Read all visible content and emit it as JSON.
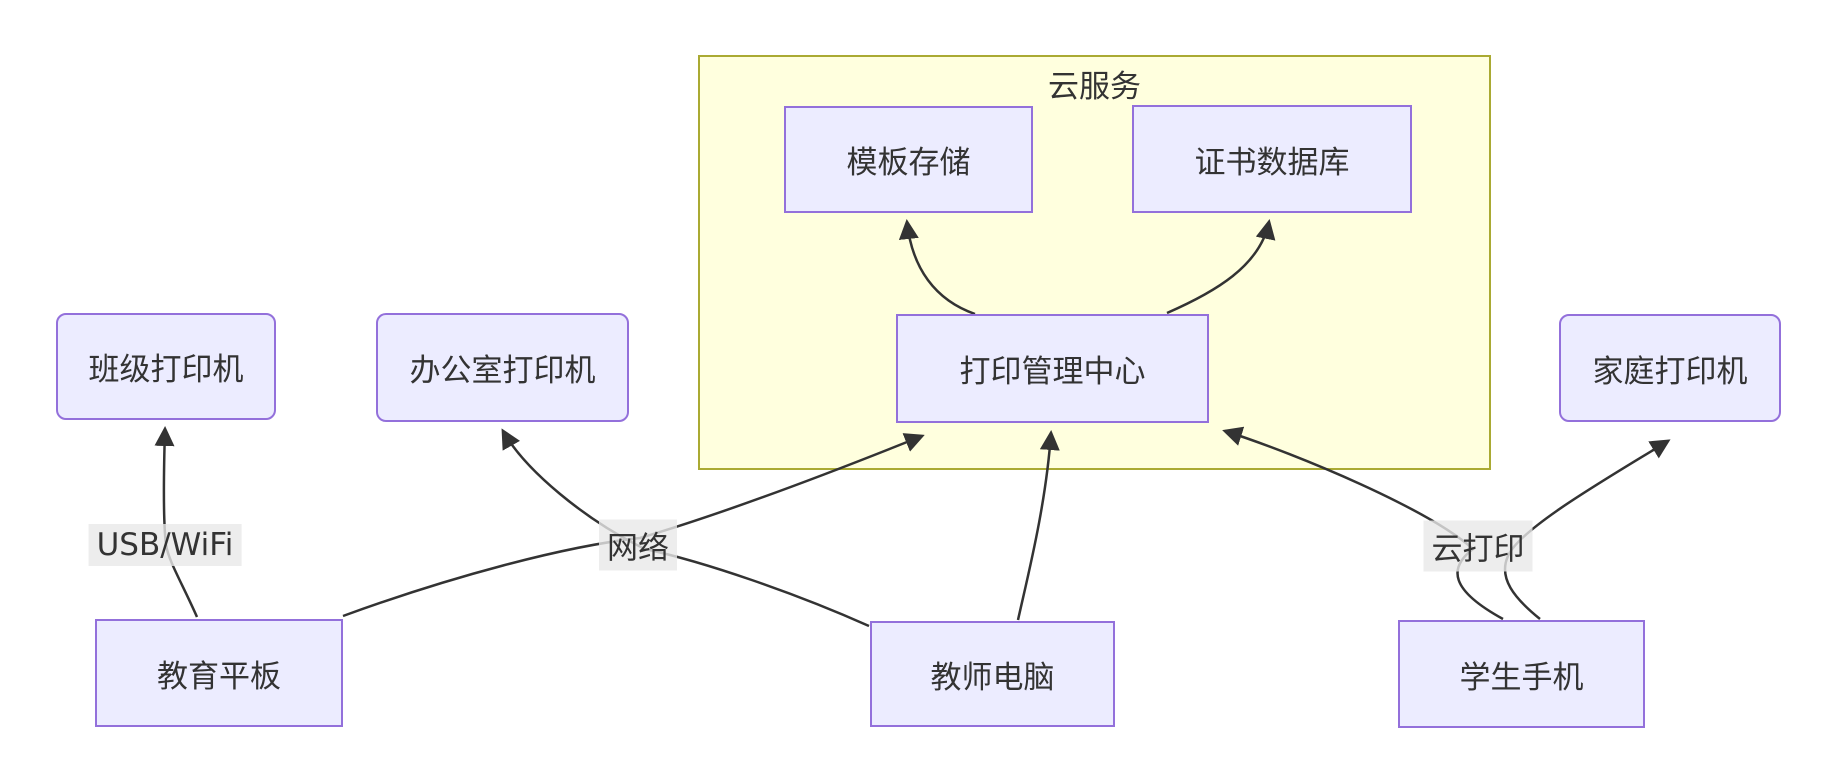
{
  "diagram": {
    "type": "flowchart",
    "subgraph": {
      "label": "云服务"
    },
    "nodes": {
      "template_storage": {
        "label": "模板存储"
      },
      "cert_database": {
        "label": "证书数据库"
      },
      "print_center": {
        "label": "打印管理中心"
      },
      "class_printer": {
        "label": "班级打印机"
      },
      "office_printer": {
        "label": "办公室打印机"
      },
      "home_printer": {
        "label": "家庭打印机"
      },
      "edu_tablet": {
        "label": "教育平板"
      },
      "teacher_pc": {
        "label": "教师电脑"
      },
      "student_phone": {
        "label": "学生手机"
      }
    },
    "edge_labels": {
      "usb_wifi": "USB/WiFi",
      "network": "网络",
      "cloud_print": "云打印"
    },
    "edges": [
      {
        "from": "教育平板",
        "to": "班级打印机",
        "label": "USB/WiFi"
      },
      {
        "from": "教育平板",
        "to": "打印管理中心",
        "label": "网络"
      },
      {
        "from": "教师电脑",
        "to": "办公室打印机",
        "label": ""
      },
      {
        "from": "教师电脑",
        "to": "打印管理中心",
        "label": ""
      },
      {
        "from": "学生手机",
        "to": "打印管理中心",
        "label": "云打印"
      },
      {
        "from": "学生手机",
        "to": "家庭打印机",
        "label": ""
      },
      {
        "from": "打印管理中心",
        "to": "模板存储",
        "label": ""
      },
      {
        "from": "打印管理中心",
        "to": "证书数据库",
        "label": ""
      }
    ]
  },
  "colors": {
    "node_fill": "#ECECFF",
    "node_border": "#9370DB",
    "subgraph_fill": "#FFFFDE",
    "subgraph_border": "#AAAA33",
    "edge": "#333333",
    "text": "#333333",
    "label_bg": "#E8E8E8"
  }
}
